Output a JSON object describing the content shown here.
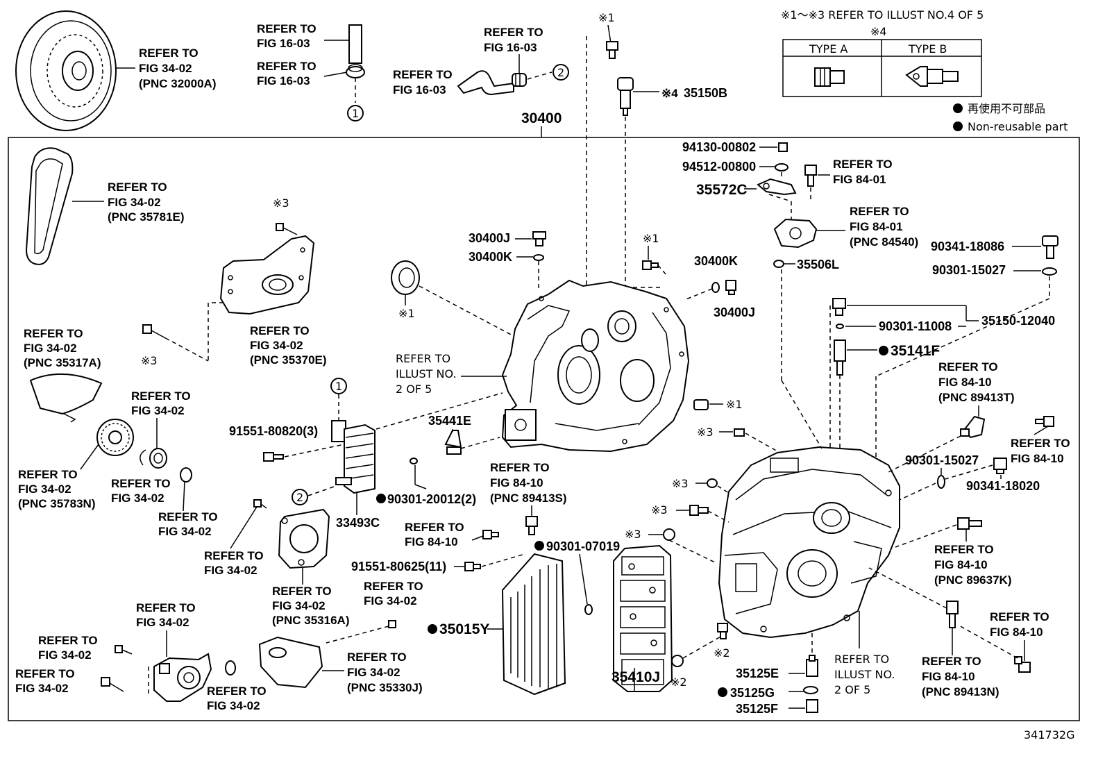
{
  "diagram_id": "341732G",
  "assembly_number": "30400",
  "header_note": "※1～※3 REFER TO ILLUST NO.4 OF 5",
  "type_table": {
    "marker": "※4",
    "type_a": "TYPE A",
    "type_b": "TYPE B"
  },
  "legend": {
    "jp": "再使用不可部品",
    "en": "Non-reusable part"
  },
  "refer": {
    "refer_to": "REFER TO",
    "fig_16_03": "FIG 16-03",
    "fig_34_02": "FIG 34-02",
    "fig_84_01": "FIG 84-01",
    "fig_84_10": "FIG 84-10",
    "illust_no": "ILLUST NO.",
    "two_of_five": "2 OF 5"
  },
  "pnc": {
    "p32000A": "(PNC 32000A)",
    "p35781E": "(PNC 35781E)",
    "p35317A": "(PNC 35317A)",
    "p35370E": "(PNC 35370E)",
    "p35783N": "(PNC 35783N)",
    "p35316A": "(PNC 35316A)",
    "p35330J": "(PNC 35330J)",
    "p84540": "(PNC 84540)",
    "p89413T": "(PNC 89413T)",
    "p89413S": "(PNC 89413S)",
    "p89637K": "(PNC 89637K)",
    "p89413N": "(PNC 89413N)"
  },
  "marks": {
    "m1": "※1",
    "m2": "※2",
    "m3": "※3",
    "c1": "1",
    "c2": "2"
  },
  "parts": {
    "p35150B": "35150B",
    "p35150B_mark": "※4",
    "p30400J": "30400J",
    "p30400K": "30400K",
    "p35572C": "35572C",
    "p94130": "94130-00802",
    "p94512": "94512-00800",
    "p35506L": "35506L",
    "p90341_18086": "90341-18086",
    "p90301_15027": "90301-15027",
    "p35150_12040": "35150-12040",
    "p90301_11008": "90301-11008",
    "p35141F": "35141F",
    "p35441E": "35441E",
    "p91551_80820": "91551-80820(3)",
    "p90301_20012": "90301-20012(2)",
    "p33493C": "33493C",
    "p90301_07019": "90301-07019",
    "p91551_80625": "91551-80625(11)",
    "p35015Y": "35015Y",
    "p35410J": "35410J",
    "p90341_18020": "90341-18020",
    "p35125E": "35125E",
    "p35125G": "35125G",
    "p35125F": "35125F"
  },
  "colors": {
    "ink": "#000000",
    "paper": "#ffffff"
  }
}
